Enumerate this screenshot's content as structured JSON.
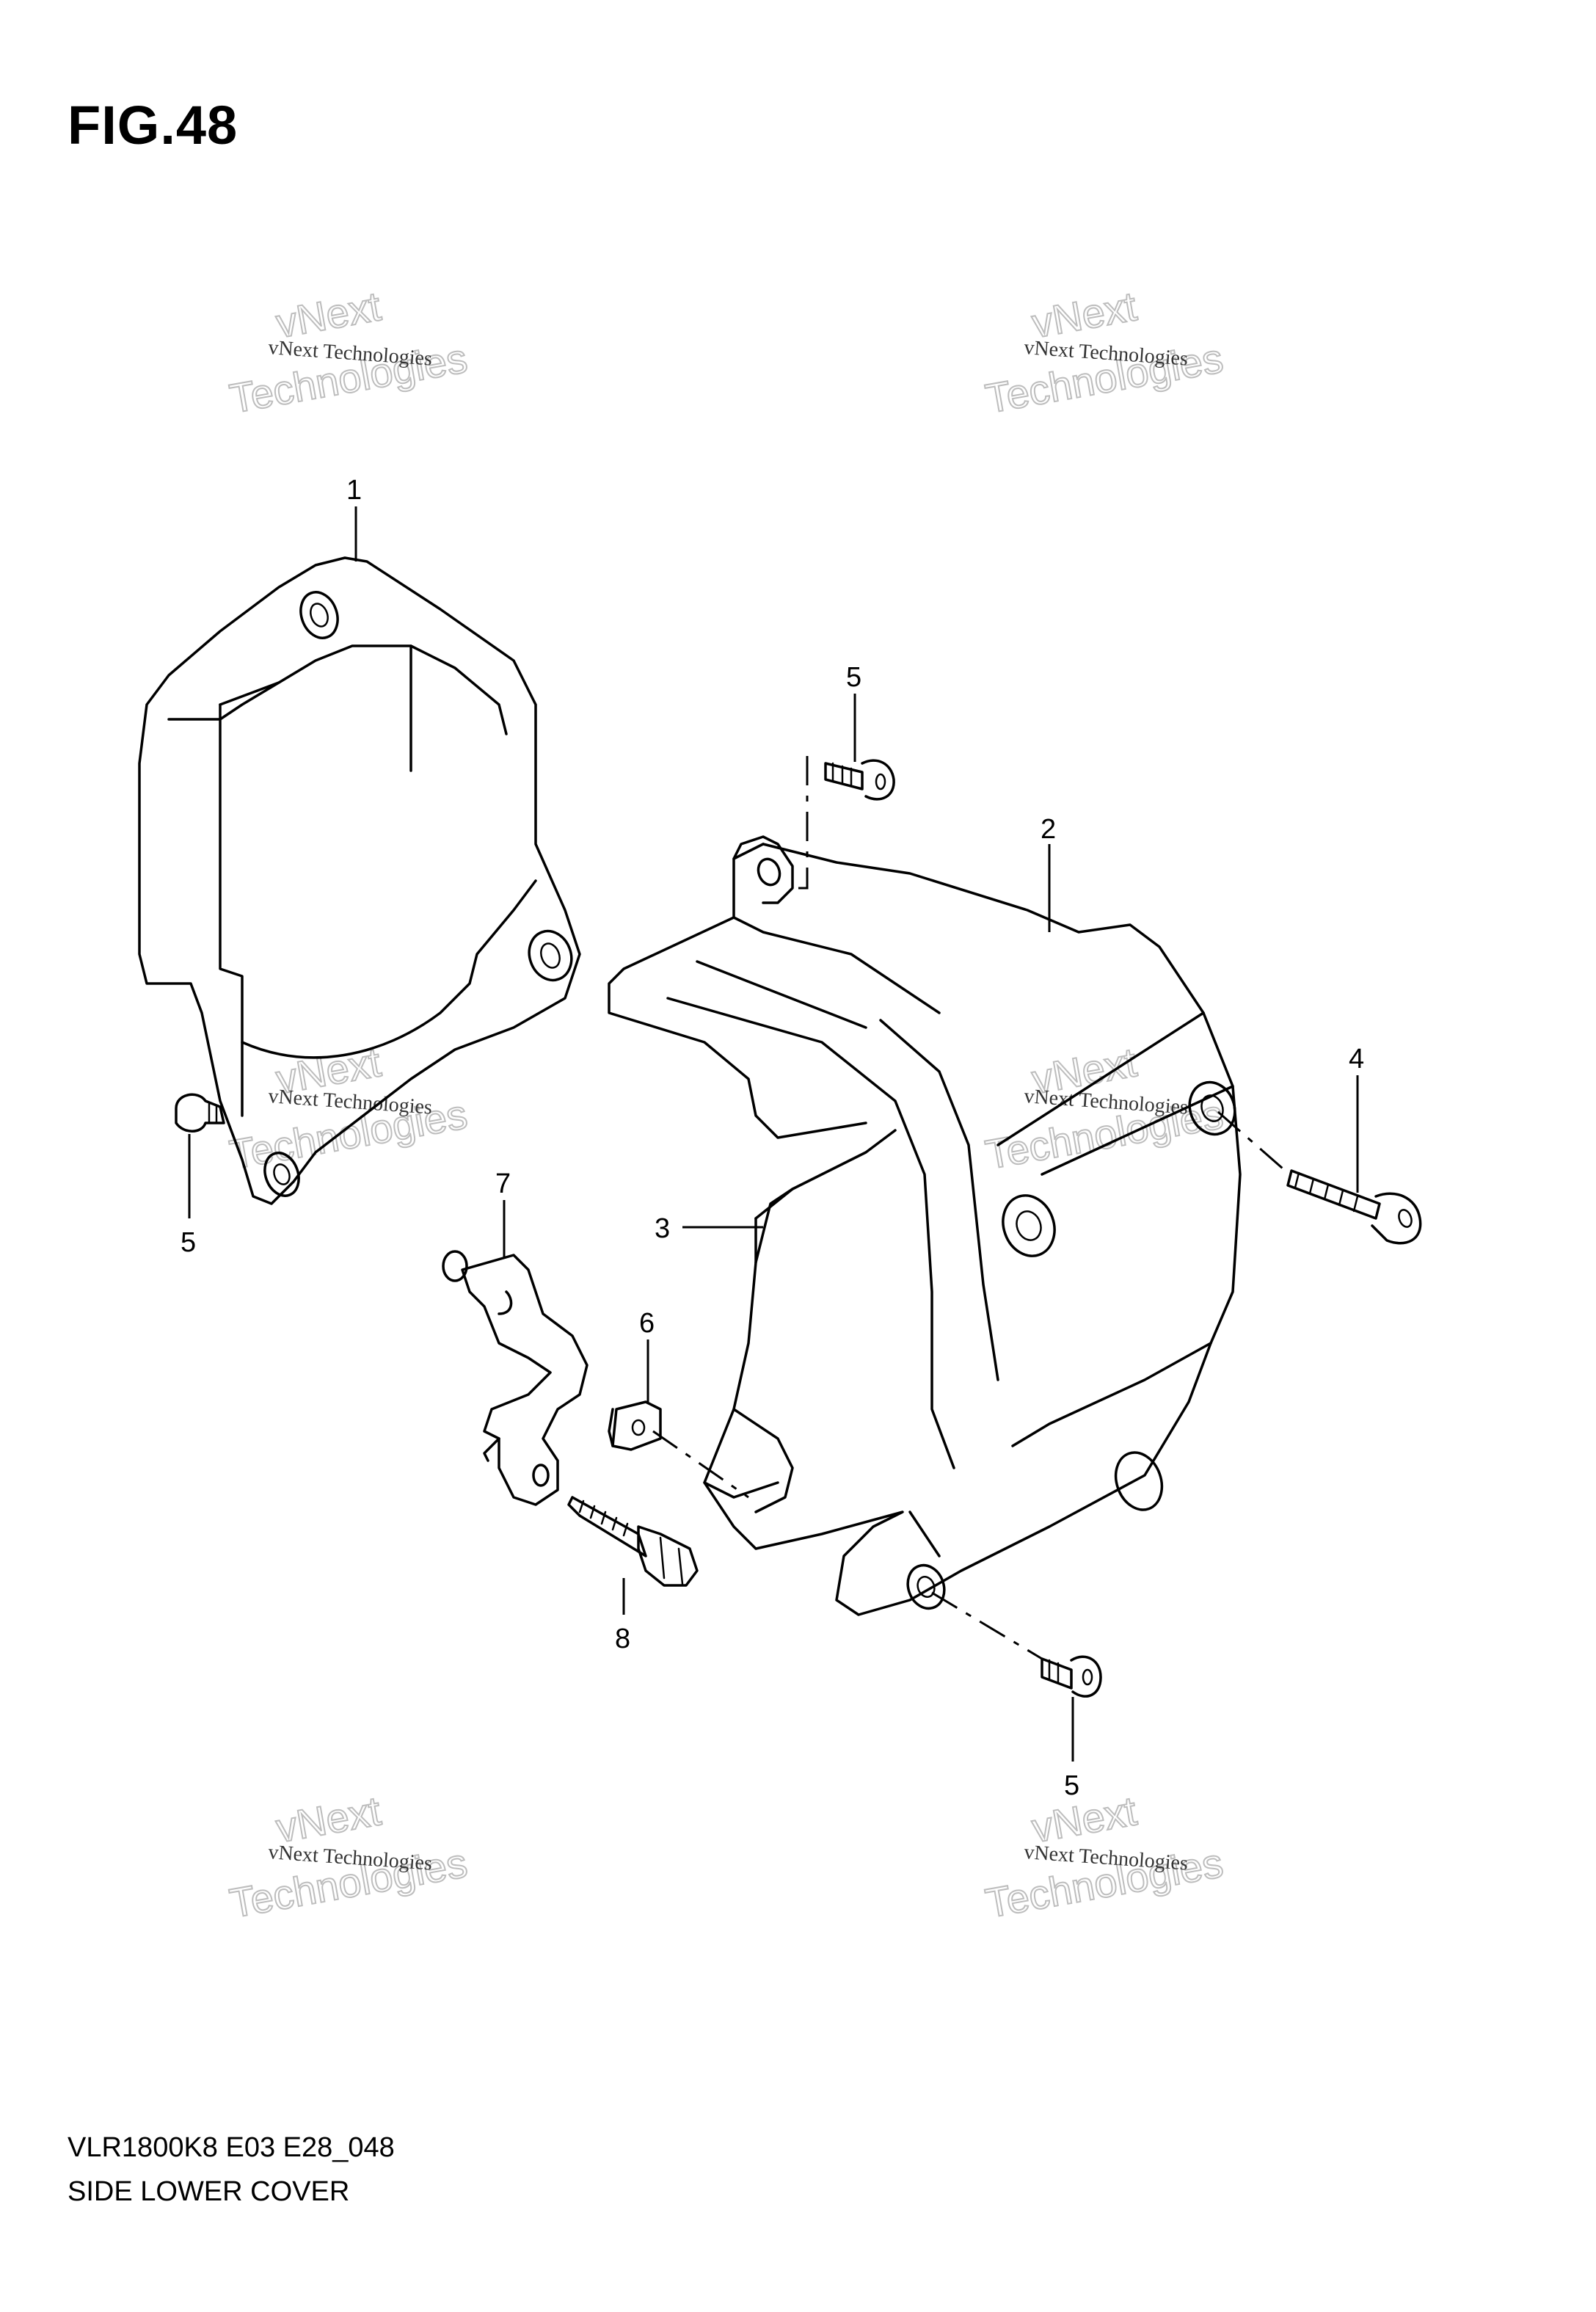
{
  "figure": {
    "title": "FIG.48",
    "model_code": "VLR1800K8 E03 E28_048",
    "section_name": "SIDE LOWER COVER"
  },
  "callouts": [
    {
      "id": "1"
    },
    {
      "id": "2"
    },
    {
      "id": "3"
    },
    {
      "id": "4"
    },
    {
      "id": "5"
    },
    {
      "id": "6"
    },
    {
      "id": "7"
    },
    {
      "id": "8"
    }
  ],
  "watermark": {
    "line_small": "vNext Technologies",
    "line_big_1": "vNext",
    "line_big_2": "Technologies"
  }
}
